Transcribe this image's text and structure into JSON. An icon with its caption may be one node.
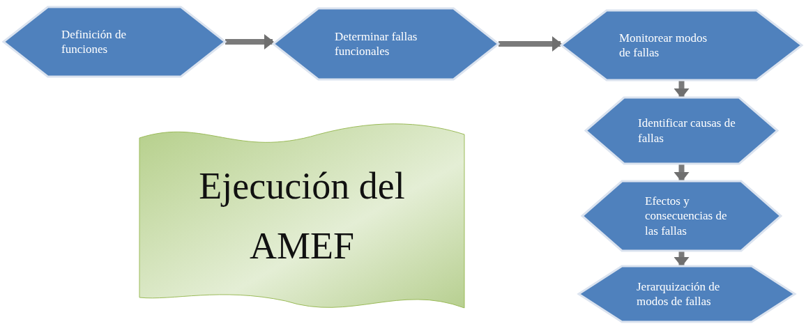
{
  "diagram": {
    "nodes": [
      {
        "text": [
          "Definición de funciones"
        ]
      },
      {
        "text": [
          "Determinar fallas funcionales"
        ]
      },
      {
        "text": [
          "Monitorear modos de fallas"
        ]
      },
      {
        "text": [
          "Identificar causas de fallas"
        ]
      },
      {
        "text": [
          "Efectos y consecuencias de las fallas"
        ]
      },
      {
        "text": [
          "Jerarquización de modos de fallas"
        ]
      },
      {
        "text": [
          "Ejecución del AMEF"
        ]
      }
    ],
    "edges": [
      {
        "from": 0,
        "to": 1,
        "arrow": "to"
      },
      {
        "from": 1,
        "to": 2,
        "arrow": "to"
      },
      {
        "from": 2,
        "to": 3,
        "arrow": "to"
      },
      {
        "from": 3,
        "to": 4,
        "arrow": "to"
      },
      {
        "from": 4,
        "to": 5,
        "arrow": "to"
      }
    ]
  }
}
